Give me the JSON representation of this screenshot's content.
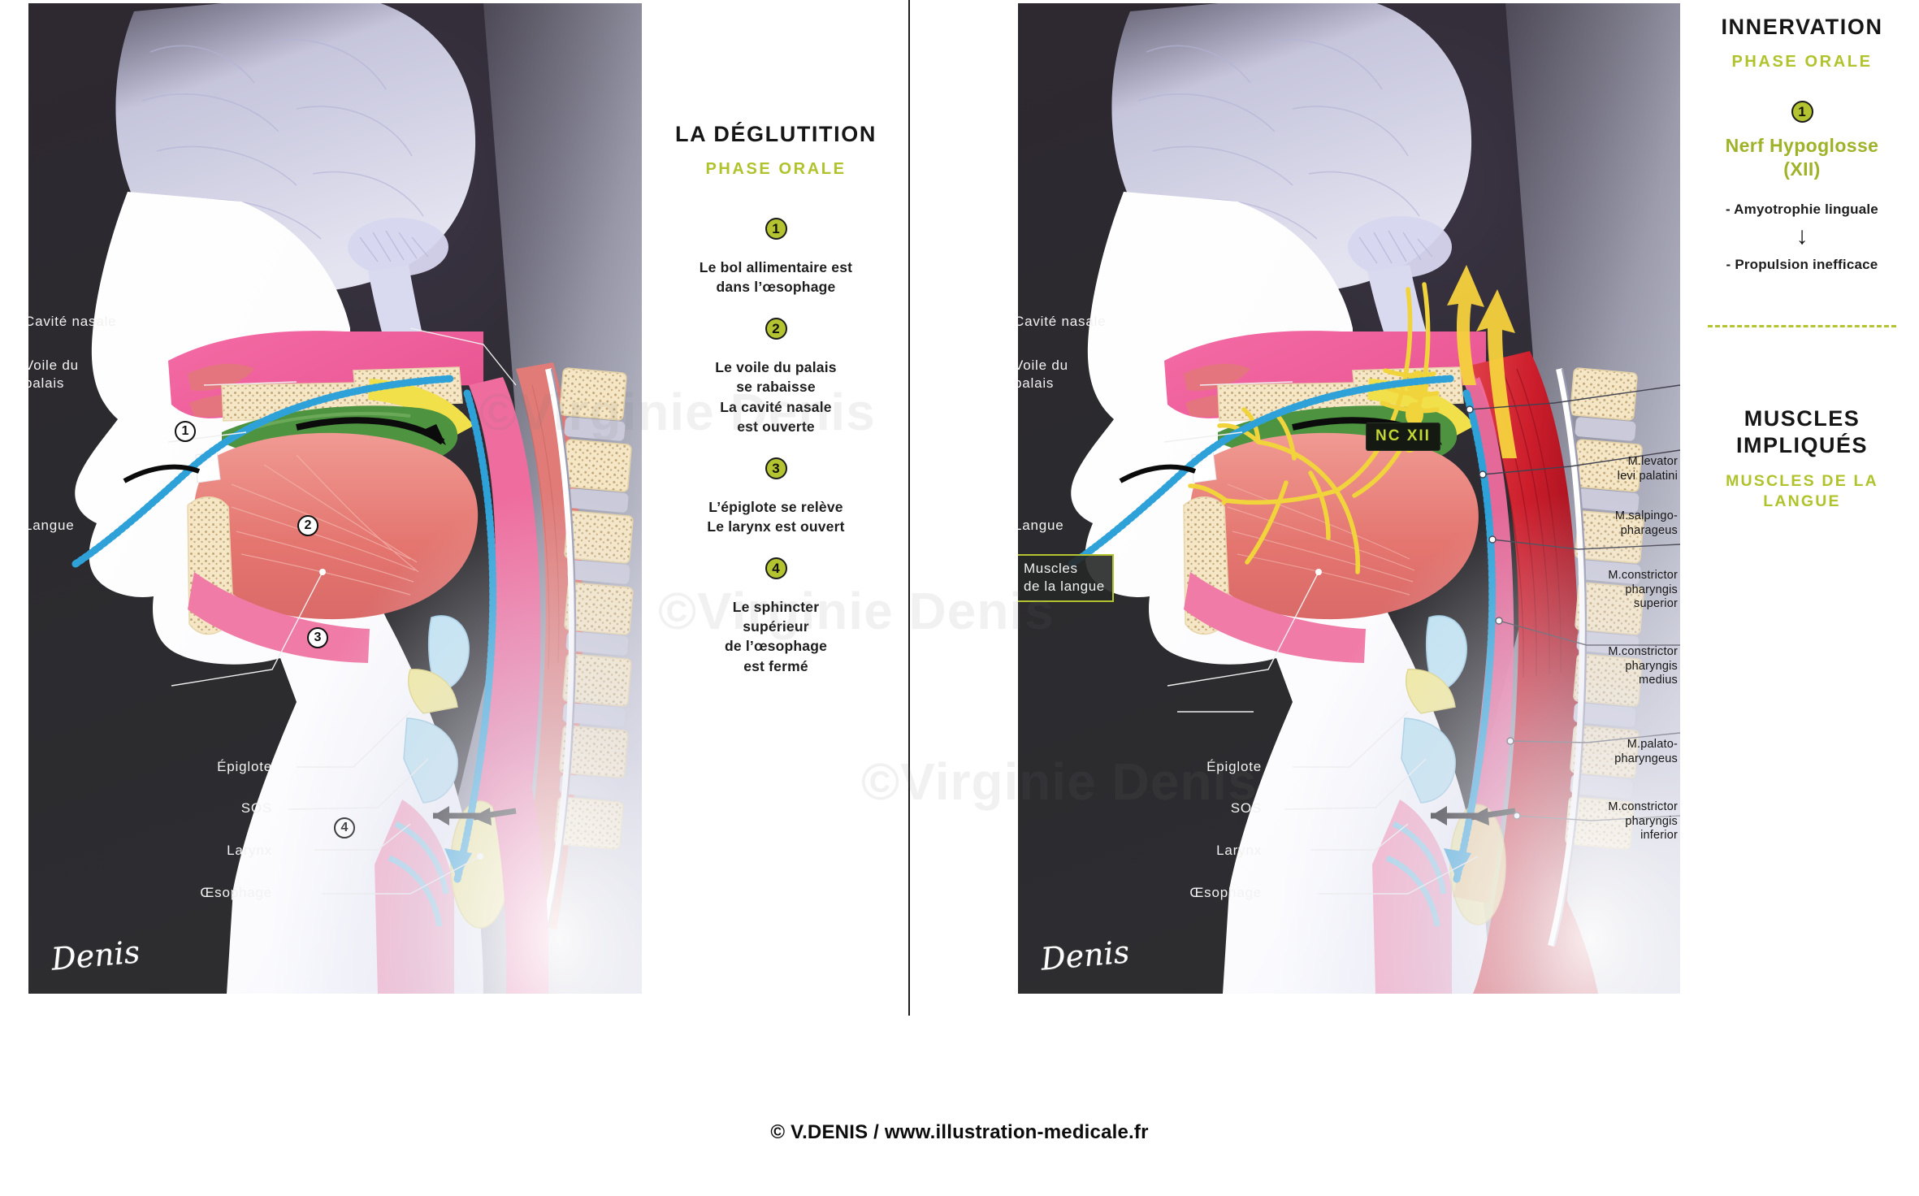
{
  "footer": {
    "copyright": "© V.DENIS / www.illustration-medicale.fr"
  },
  "watermark": {
    "text": "©Virginie Denis"
  },
  "signature": {
    "text": "Denis"
  },
  "left_panel": {
    "title": "LA DÉGLUTITION",
    "subtitle": "PHASE ORALE",
    "steps": [
      {
        "num": "1",
        "text": "Le bol allimentaire est\ndans l’œsophage"
      },
      {
        "num": "2",
        "text": "Le voile du palais\nse rabaisse\nLa cavité nasale\nest ouverte"
      },
      {
        "num": "3",
        "text": "L’épiglote se relève\nLe larynx est ouvert"
      },
      {
        "num": "4",
        "text": "Le sphincter\nsupérieur\nde l’œsophage\nest fermé"
      }
    ],
    "anatomy_labels": [
      {
        "text": "Cavité nasale"
      },
      {
        "text": "Voile du\npalais"
      },
      {
        "text": "Langue"
      },
      {
        "text": "Épiglote"
      },
      {
        "text": "SOS"
      },
      {
        "text": "Larynx"
      },
      {
        "text": "Œsophage"
      }
    ],
    "art_numbers": [
      "1",
      "2",
      "3",
      "4"
    ]
  },
  "right_panel": {
    "title": "INNERVATION",
    "subtitle": "PHASE ORALE",
    "nerve_badge": "1",
    "nerve_name": "Nerf Hypoglosse\n(XII)",
    "effects": [
      {
        "text": "- Amyotrophie linguale"
      },
      {
        "text": "- Propulsion inefficace"
      }
    ],
    "arrow_glyph": "↓",
    "muscles_title": "MUSCLES\nIMPLIQUÉS",
    "muscles_subtitle": "MUSCLES DE LA\nLANGUE",
    "nerve_tag": "NC XII",
    "tongue_muscle_box": "Muscles\nde la langue",
    "anatomy_labels": [
      {
        "text": "Cavité nasale"
      },
      {
        "text": "Voile du\npalais"
      },
      {
        "text": "Langue"
      },
      {
        "text": "Épiglote"
      },
      {
        "text": "SOS"
      },
      {
        "text": "Larynx"
      },
      {
        "text": "Œsophage"
      }
    ],
    "muscle_labels": [
      {
        "text": "M.levator\nlevi palatini"
      },
      {
        "text": "M.salpingo-\npharageus"
      },
      {
        "text": "M.constrictor\npharyngis\nsuperior"
      },
      {
        "text": "M.constrictor\npharyngis\nmedius"
      },
      {
        "text": "M.palato-\npharyngeus"
      },
      {
        "text": "M.constrictor\npharyngis\ninferior"
      }
    ]
  },
  "colors": {
    "accent_olive": "#b4c430",
    "dark_bg": "#2e2831",
    "tongue_pink": "#e8837f",
    "palate_green": "#4d8f3c",
    "nerve_yellow": "#f2d03c",
    "muscle_red": "#cf2430",
    "bone_cream": "#f3e3c2",
    "brain_lavender": "#cfcfe8",
    "bolus_blue": "#2f9fd4"
  }
}
